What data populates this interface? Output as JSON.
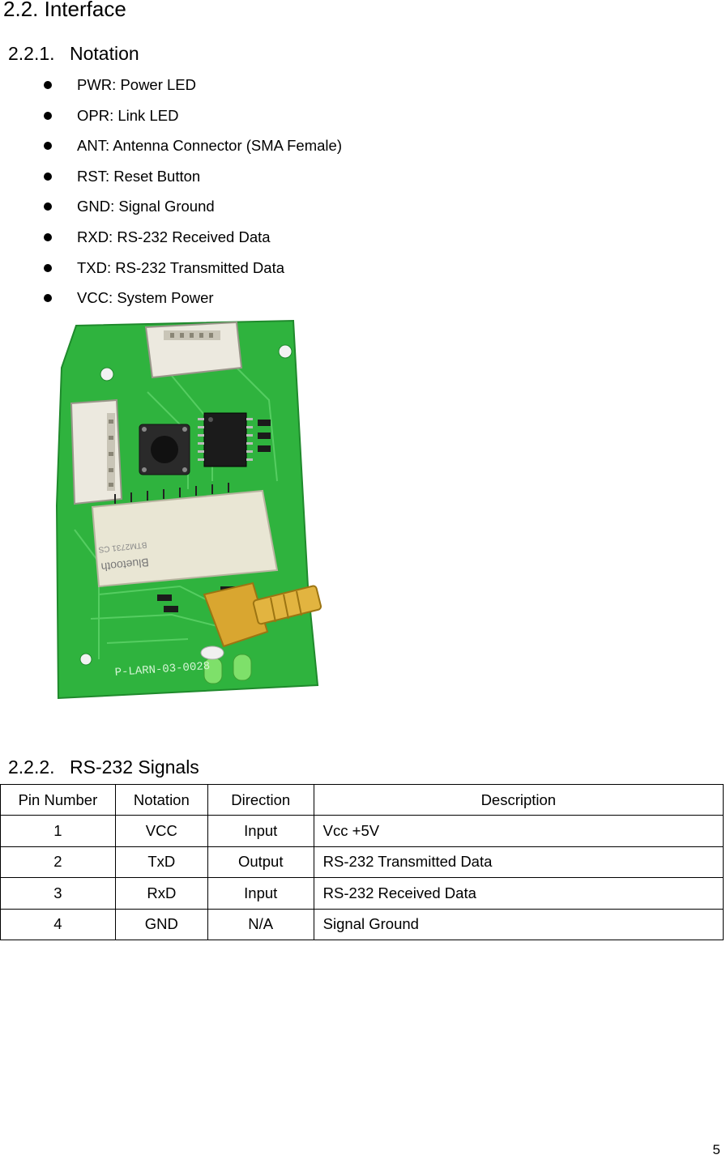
{
  "section": {
    "number": "2.2.",
    "title": "Interface"
  },
  "subsections": [
    {
      "number": "2.2.1.",
      "title": "Notation"
    },
    {
      "number": "2.2.2.",
      "title": "RS-232 Signals"
    }
  ],
  "notation_items": [
    "PWR: Power LED",
    "OPR: Link LED",
    "ANT: Antenna Connector (SMA Female)",
    "RST: Reset Button",
    "GND: Signal Ground",
    "RXD: RS-232 Received Data",
    "TXD: RS-232 Transmitted Data",
    "VCC: System Power"
  ],
  "board_photo": {
    "description_icon": "bluetooth-module-board-photo",
    "colors": {
      "pcb": "#2fb33e",
      "pcb_dark": "#1f8a2c",
      "module": "#e9e6d4",
      "connector": "#ece9df",
      "gold": "#d9a630",
      "led": "#7ee06a"
    },
    "chip_text_line1": "Bluetooth",
    "chip_text_line2": "BTM2731 CS",
    "board_text": "P-LARN-03-0028"
  },
  "table": {
    "headers": [
      "Pin Number",
      "Notation",
      "Direction",
      "Description"
    ],
    "rows": [
      [
        "1",
        "VCC",
        "Input",
        "Vcc +5V"
      ],
      [
        "2",
        "TxD",
        "Output",
        "RS-232 Transmitted Data"
      ],
      [
        "3",
        "RxD",
        "Input",
        "RS-232 Received Data"
      ],
      [
        "4",
        "GND",
        "N/A",
        "Signal Ground"
      ]
    ]
  },
  "page_number": "5"
}
